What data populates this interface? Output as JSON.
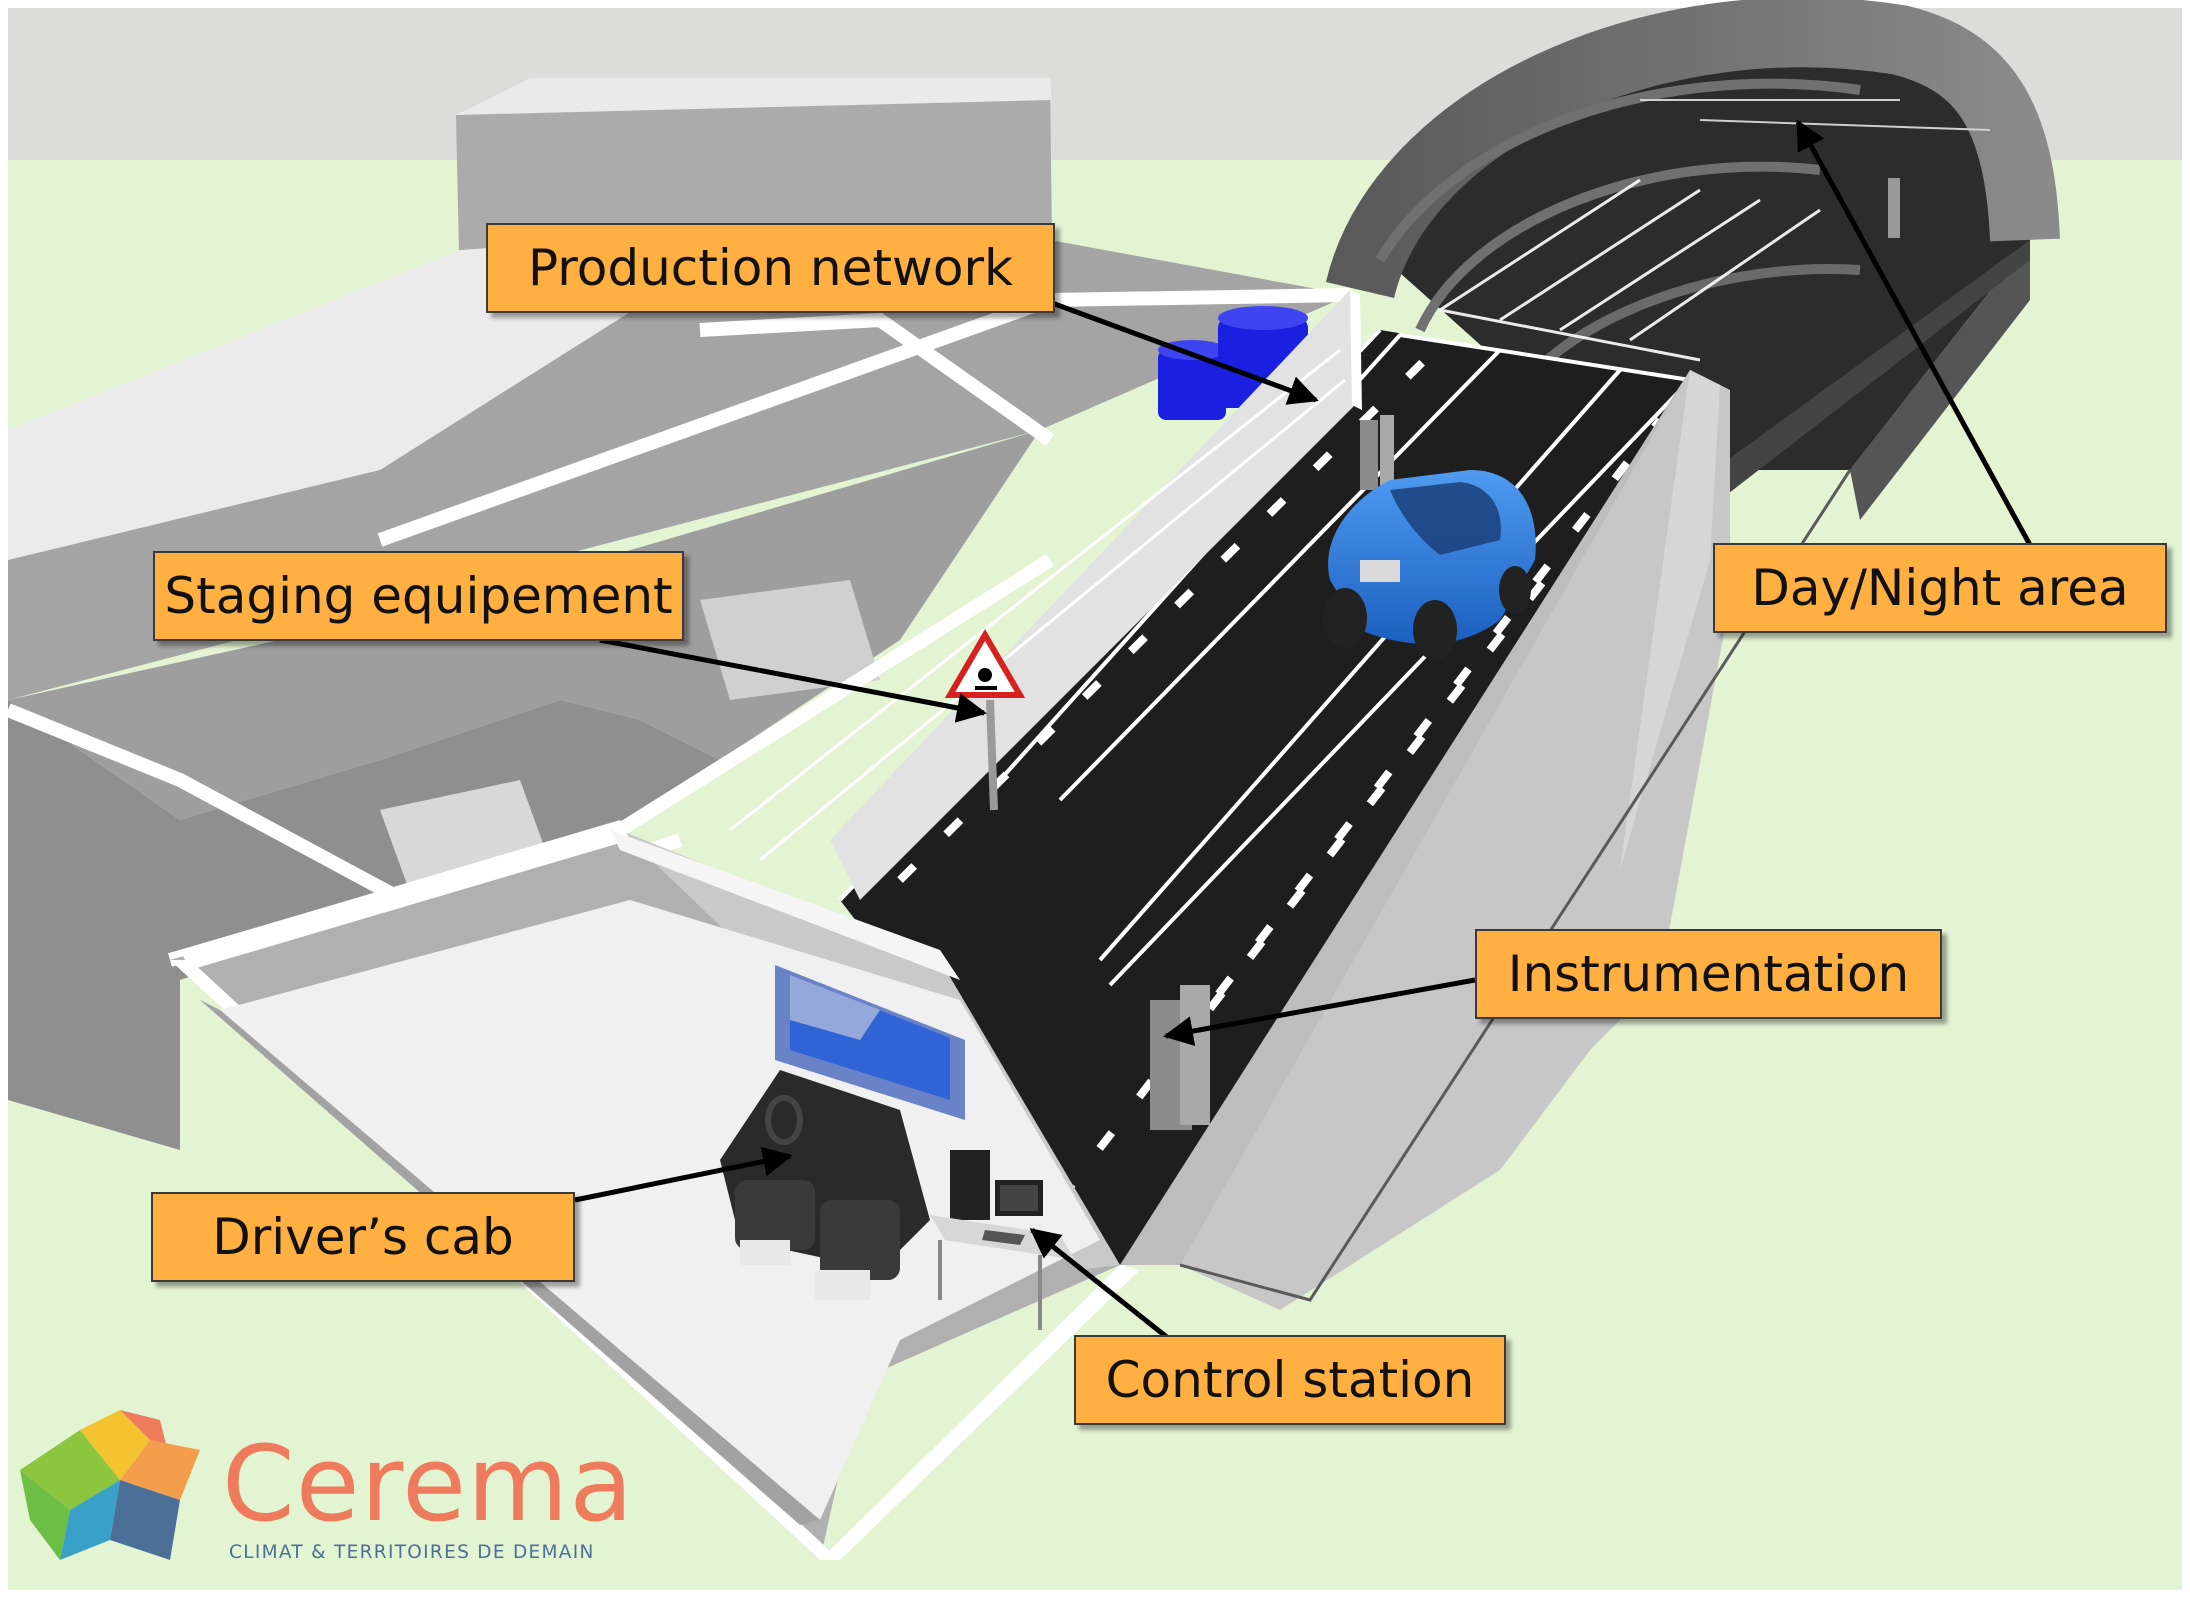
{
  "labels": {
    "production_network": "Production network",
    "staging_equipment": "Staging equipement",
    "day_night_area": "Day/Night area",
    "instrumentation": "Instrumentation",
    "drivers_cab": "Driver’s cab",
    "control_station": "Control station"
  },
  "logo": {
    "name": "Cerema",
    "tagline": "CLIMAT & TERRITOIRES DE DEMAIN"
  },
  "colors": {
    "callout_fill": "#FFB040",
    "ground": "#E3F4D3",
    "road": "#1E1E1E",
    "car": "#2E7BD6",
    "barrels": "#1A1FE0",
    "logo_text": "#EE7B5B",
    "logo_tagline": "#4C6F97"
  }
}
